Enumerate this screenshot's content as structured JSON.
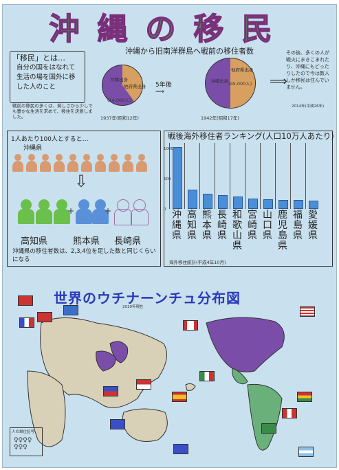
{
  "title": "沖縄の移民",
  "subtitle": "沖縄から旧南洋群島へ戦前の移住者数",
  "definition": {
    "heading": "「移民」とは…",
    "body": "自分の国をはなれて生活の場を国外に移した人のこと",
    "small": "戦前の移民の多くは、貧しさから少しでも豊かな生活を求めて、移住を決意しました。"
  },
  "pie_1937": {
    "label_left": "沖縄出身",
    "label_right": "他府県出身",
    "count": "(14,000人)",
    "year": "1937年(昭和12年)",
    "okinawa_pct": 60
  },
  "pie_1942": {
    "label_left": "沖縄出身",
    "label_right": "他府県出身",
    "count": "(45,000人)",
    "year": "1942年(昭和17年)",
    "okinawa_pct": 50
  },
  "arrow_label": "5年後",
  "after_note": "その後、多くの人が戦火にまきこまれたり、沖縄にもどったりしたので今は数人しか移民は住んでいません。",
  "after_year": "2014年(平成26年)",
  "people_panel": {
    "line1": "1人あたり100人とすると…",
    "line2": "沖縄県",
    "prefectures": [
      "高知県",
      "熊本県",
      "長崎県"
    ],
    "footer": "沖縄県の移住者数は、2,3,4位を足した数と同じくらいになる"
  },
  "chart_data": {
    "type": "bar",
    "title": "戦後海外移住者ランキング(人口10万人あたり)",
    "categories": [
      "沖縄県",
      "高知県",
      "熊本県",
      "長崎県",
      "和歌山県",
      "宮崎県",
      "山口県",
      "鹿児島県",
      "福島県",
      "愛媛県"
    ],
    "values": [
      1000,
      300,
      230,
      210,
      180,
      150,
      140,
      130,
      130,
      120
    ],
    "ylim": [
      0,
      1050
    ],
    "ytick_labels": [
      "0",
      "500",
      "1000"
    ],
    "note": "海外移住統計(平成4年10月)"
  },
  "map": {
    "title": "世界のウチナーンチュ分布図",
    "year": "2010年現在",
    "legend_title": "人の単位記号"
  },
  "colors": {
    "title_fill": "#3aa548",
    "title_stroke": "#7a2f7a",
    "bar": "#4a8ed8",
    "map_title": "#2a3ab8",
    "paper": "#c9e0ee"
  }
}
